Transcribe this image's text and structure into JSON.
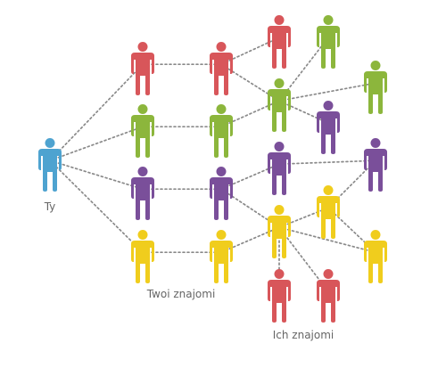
{
  "labels": {
    "you": "Ty",
    "your_friends": "Twoi znajomi",
    "their_friends": "Ich znajomi"
  },
  "colors": {
    "blue": "#4ea3d0",
    "red": "#d8565a",
    "green": "#8cb63c",
    "purple": "#7a4f9a",
    "yellow": "#f0cd1d",
    "edge": "#8a8a8a"
  },
  "people": [
    {
      "id": "you",
      "color": "blue"
    },
    {
      "id": "f-red",
      "color": "red"
    },
    {
      "id": "f-green",
      "color": "green"
    },
    {
      "id": "f-purple",
      "color": "purple"
    },
    {
      "id": "f-yellow",
      "color": "yellow"
    },
    {
      "id": "s-red",
      "color": "red"
    },
    {
      "id": "s-green",
      "color": "green"
    },
    {
      "id": "s-purple",
      "color": "purple"
    },
    {
      "id": "s-yellow",
      "color": "yellow"
    },
    {
      "id": "t-red-top",
      "color": "red"
    },
    {
      "id": "t-green-mid",
      "color": "green"
    },
    {
      "id": "t-purple-mid",
      "color": "purple"
    },
    {
      "id": "t-yellow-mid",
      "color": "yellow"
    },
    {
      "id": "t-red-bottom",
      "color": "red"
    },
    {
      "id": "r-green-top",
      "color": "green"
    },
    {
      "id": "r-purple-upper",
      "color": "purple"
    },
    {
      "id": "r-yellow",
      "color": "yellow"
    },
    {
      "id": "r-red-bottom",
      "color": "red"
    },
    {
      "id": "e-green",
      "color": "green"
    },
    {
      "id": "e-purple",
      "color": "purple"
    },
    {
      "id": "e-yellow",
      "color": "yellow"
    }
  ],
  "connections": [
    [
      "you",
      "f-red"
    ],
    [
      "you",
      "f-green"
    ],
    [
      "you",
      "f-purple"
    ],
    [
      "you",
      "f-yellow"
    ],
    [
      "f-red",
      "s-red"
    ],
    [
      "f-green",
      "s-green"
    ],
    [
      "f-purple",
      "s-purple"
    ],
    [
      "f-yellow",
      "s-yellow"
    ],
    [
      "s-red",
      "t-red-top"
    ],
    [
      "s-red",
      "t-green-mid"
    ],
    [
      "s-green",
      "t-green-mid"
    ],
    [
      "s-purple",
      "t-purple-mid"
    ],
    [
      "s-purple",
      "t-yellow-mid"
    ],
    [
      "s-yellow",
      "t-yellow-mid"
    ],
    [
      "t-green-mid",
      "r-green-top"
    ],
    [
      "t-green-mid",
      "e-green"
    ],
    [
      "t-green-mid",
      "r-purple-upper"
    ],
    [
      "t-purple-mid",
      "e-purple"
    ],
    [
      "t-yellow-mid",
      "r-yellow"
    ],
    [
      "t-yellow-mid",
      "e-yellow"
    ],
    [
      "t-yellow-mid",
      "t-red-bottom"
    ],
    [
      "t-yellow-mid",
      "r-red-bottom"
    ],
    [
      "r-yellow",
      "e-purple"
    ],
    [
      "r-yellow",
      "e-yellow"
    ]
  ]
}
